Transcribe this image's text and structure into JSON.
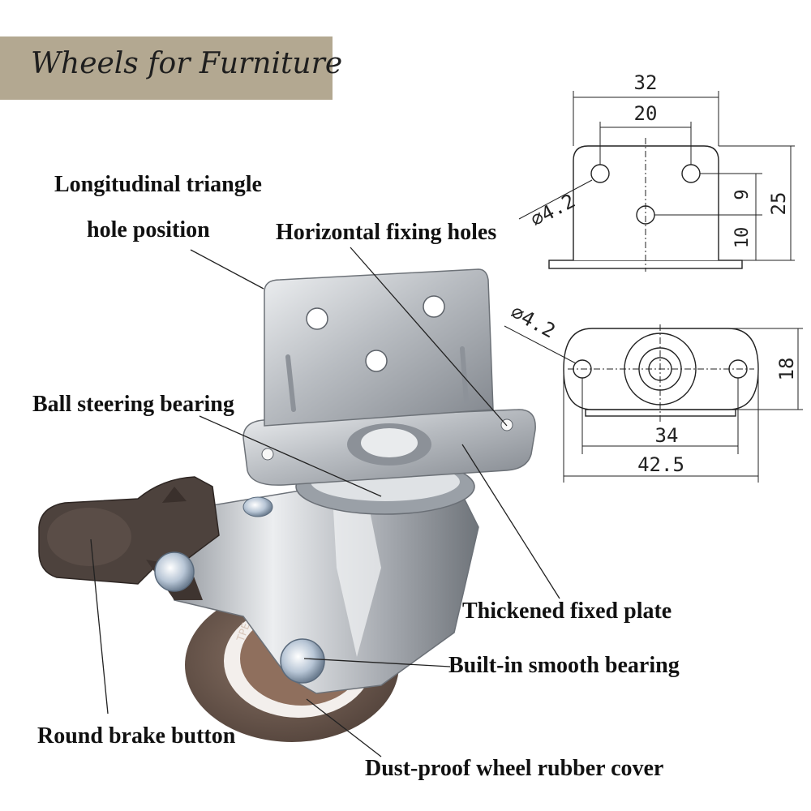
{
  "title": "Wheels for Furniture",
  "callouts": {
    "triangle_line1": "Longitudinal triangle",
    "triangle_line2": "hole position",
    "horizontal_holes": "Horizontal fixing holes",
    "ball_bearing": "Ball steering bearing",
    "fixed_plate": "Thickened fixed plate",
    "smooth_bearing": "Built-in smooth bearing",
    "brake_button": "Round brake button",
    "rubber_cover": "Dust-proof wheel rubber cover"
  },
  "wheel_marking": "TPE PERFORMANCE",
  "side_view_dims": {
    "overall_width": "32",
    "hole_spacing": "20",
    "hole_diameter": "⌀4.2",
    "height": "25",
    "hole_gap": "9",
    "base_to_hole": "10"
  },
  "top_view_dims": {
    "hole_diameter": "⌀4.2",
    "depth": "18",
    "hole_spacing": "34",
    "overall_length": "42.5"
  },
  "colors": {
    "banner": "#b3a891",
    "chrome": "#c9ccd0",
    "wheel_rubber": "#6e5a50",
    "brake": "#4a3e39",
    "line": "#222222"
  }
}
